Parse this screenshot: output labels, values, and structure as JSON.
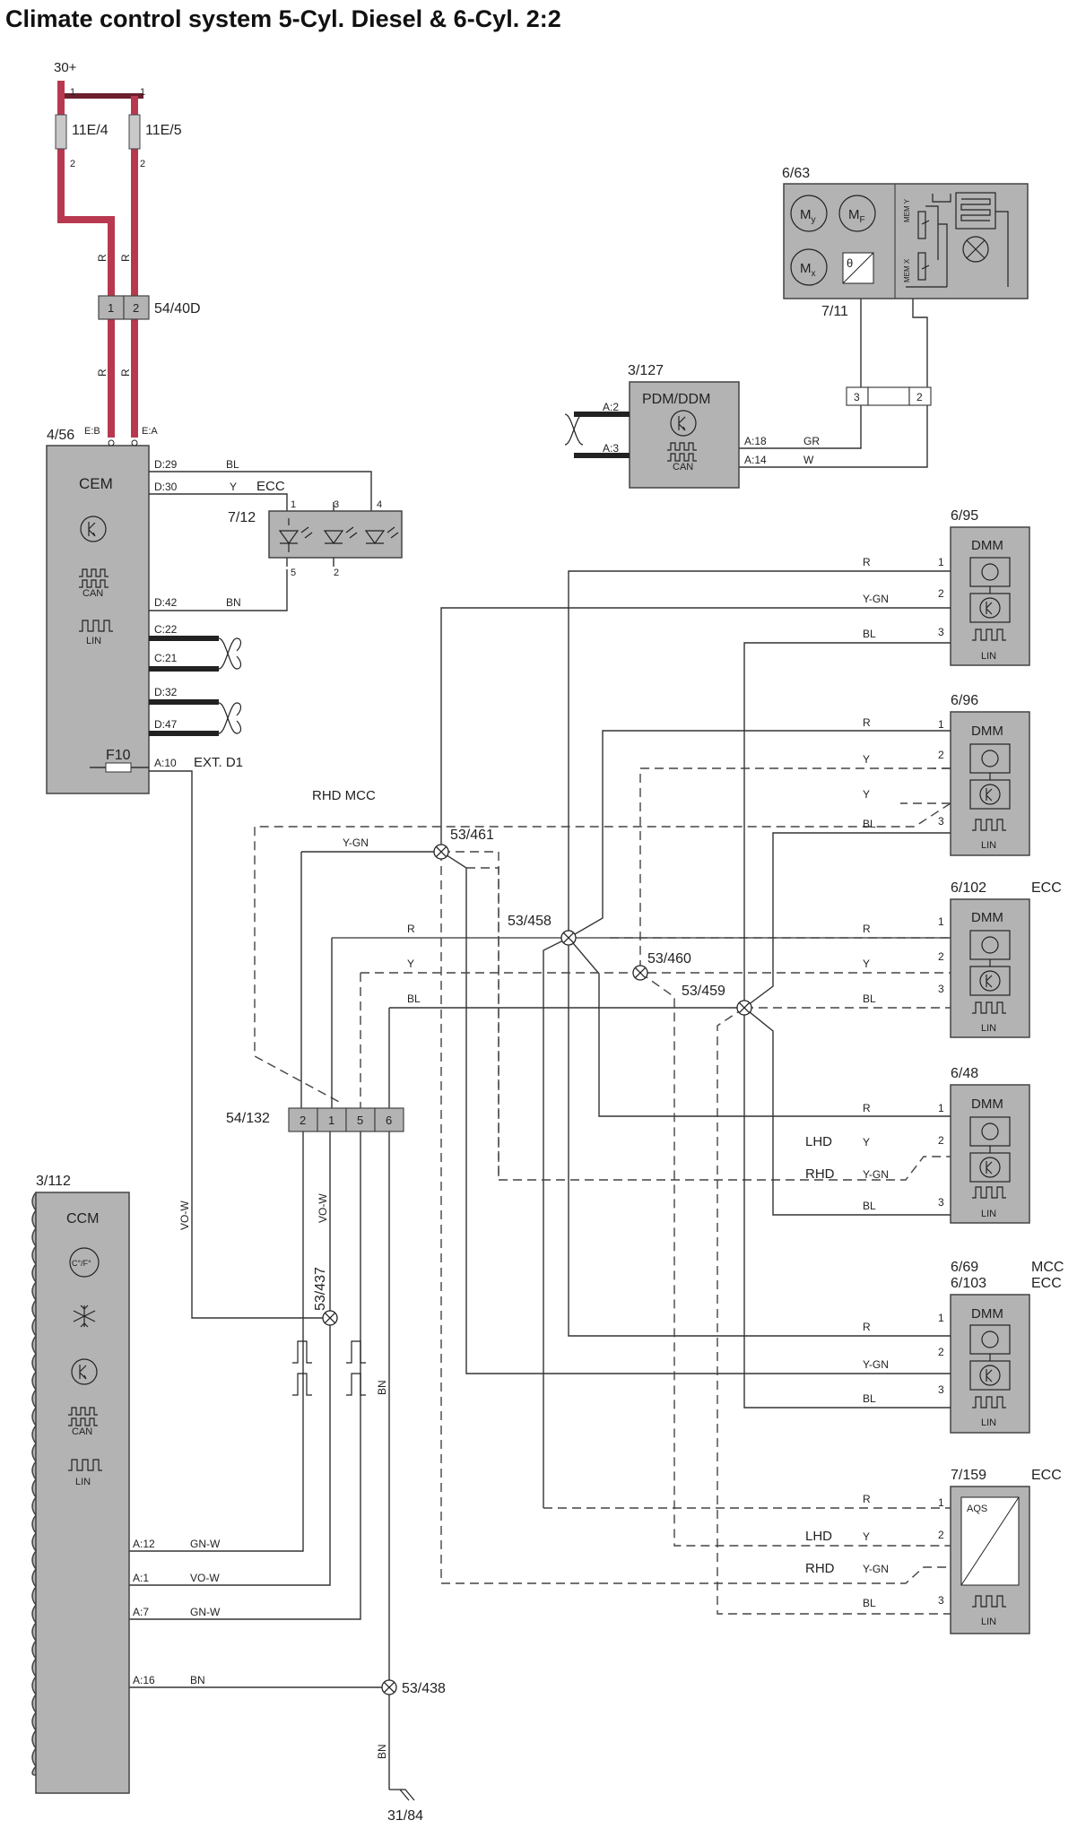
{
  "title": "Climate control system 5-Cyl. Diesel & 6-Cyl. 2:2",
  "supply": {
    "label": "30+"
  },
  "fuses": [
    {
      "id": "11E/4",
      "pin_in": "1",
      "pin_out": "2"
    },
    {
      "id": "11E/5",
      "pin_in": "1",
      "pin_out": "2"
    }
  ],
  "connector_54_40D": {
    "id": "54/40D",
    "pins": [
      "1",
      "2"
    ]
  },
  "wire_colors": {
    "r": "R",
    "bl": "BL",
    "y": "Y",
    "bn": "BN",
    "ygn": "Y-GN",
    "gr": "GR",
    "w": "W",
    "vow": "VO-W",
    "gnw": "GN-W"
  },
  "cem": {
    "id": "4/56",
    "name": "CEM",
    "can": "CAN",
    "lin": "LIN",
    "pins": {
      "eb": "E:B",
      "ea": "E:A",
      "d29": "D:29",
      "d30": "D:30",
      "d42": "D:42",
      "c22": "C:22",
      "c21": "C:21",
      "d32": "D:32",
      "d47": "D:47",
      "a10": "A:10"
    },
    "fuse": "F10",
    "ext": "EXT. D1",
    "ecc": "ECC"
  },
  "led_7_12": {
    "id": "7/12",
    "pins": [
      "1",
      "3",
      "4",
      "5",
      "2"
    ]
  },
  "actuator_6_63": {
    "id": "6/63",
    "motors": [
      "M",
      "M",
      "M"
    ],
    "motor_subs": [
      "y",
      "F",
      "x"
    ],
    "mem": "MEM",
    "mem_y": "Y",
    "mem_x": "X",
    "theta": "θ"
  },
  "sensor_7_11": {
    "id": "7/11"
  },
  "connector_3_2": {
    "pins": [
      "3",
      "2"
    ]
  },
  "pdm": {
    "id": "3/127",
    "name": "PDM/DDM",
    "can": "CAN",
    "pins": {
      "a2": "A:2",
      "a3": "A:3",
      "a18": "A:18",
      "a14": "A:14"
    }
  },
  "dmm_modules": [
    {
      "id": "6/95",
      "name": "DMM",
      "lin": "LIN",
      "pins": [
        "1",
        "2",
        "3"
      ]
    },
    {
      "id": "6/96",
      "name": "DMM",
      "lin": "LIN",
      "pins": [
        "1",
        "2",
        "3"
      ]
    },
    {
      "id": "6/102",
      "tag": "ECC",
      "name": "DMM",
      "lin": "LIN",
      "pins": [
        "1",
        "2",
        "3"
      ]
    },
    {
      "id": "6/48",
      "name": "DMM",
      "lin": "LIN",
      "pins": [
        "1",
        "2",
        "3"
      ],
      "lhd": "LHD",
      "rhd": "RHD"
    },
    {
      "id": "6/69",
      "id2": "6/103",
      "tag": "MCC",
      "tag2": "ECC",
      "name": "DMM",
      "lin": "LIN",
      "pins": [
        "1",
        "2",
        "3"
      ]
    }
  ],
  "aqs": {
    "id": "7/159",
    "tag": "ECC",
    "name": "AQS",
    "lin": "LIN",
    "pins": [
      "1",
      "2",
      "3"
    ],
    "lhd": "LHD",
    "rhd": "RHD"
  },
  "rhd_mcc": "RHD MCC",
  "splices": {
    "s461": "53/461",
    "s458": "53/458",
    "s460": "53/460",
    "s459": "53/459",
    "s437": "53/437",
    "s438": "53/438"
  },
  "connector_54_132": {
    "id": "54/132",
    "pins": [
      "2",
      "1",
      "5",
      "6"
    ]
  },
  "ccm": {
    "id": "3/112",
    "name": "CCM",
    "temp": "C°/F°",
    "can": "CAN",
    "lin": "LIN",
    "pins": {
      "a12": "A:12",
      "a1": "A:1",
      "a7": "A:7",
      "a16": "A:16"
    }
  },
  "ground": {
    "id": "31/84"
  }
}
